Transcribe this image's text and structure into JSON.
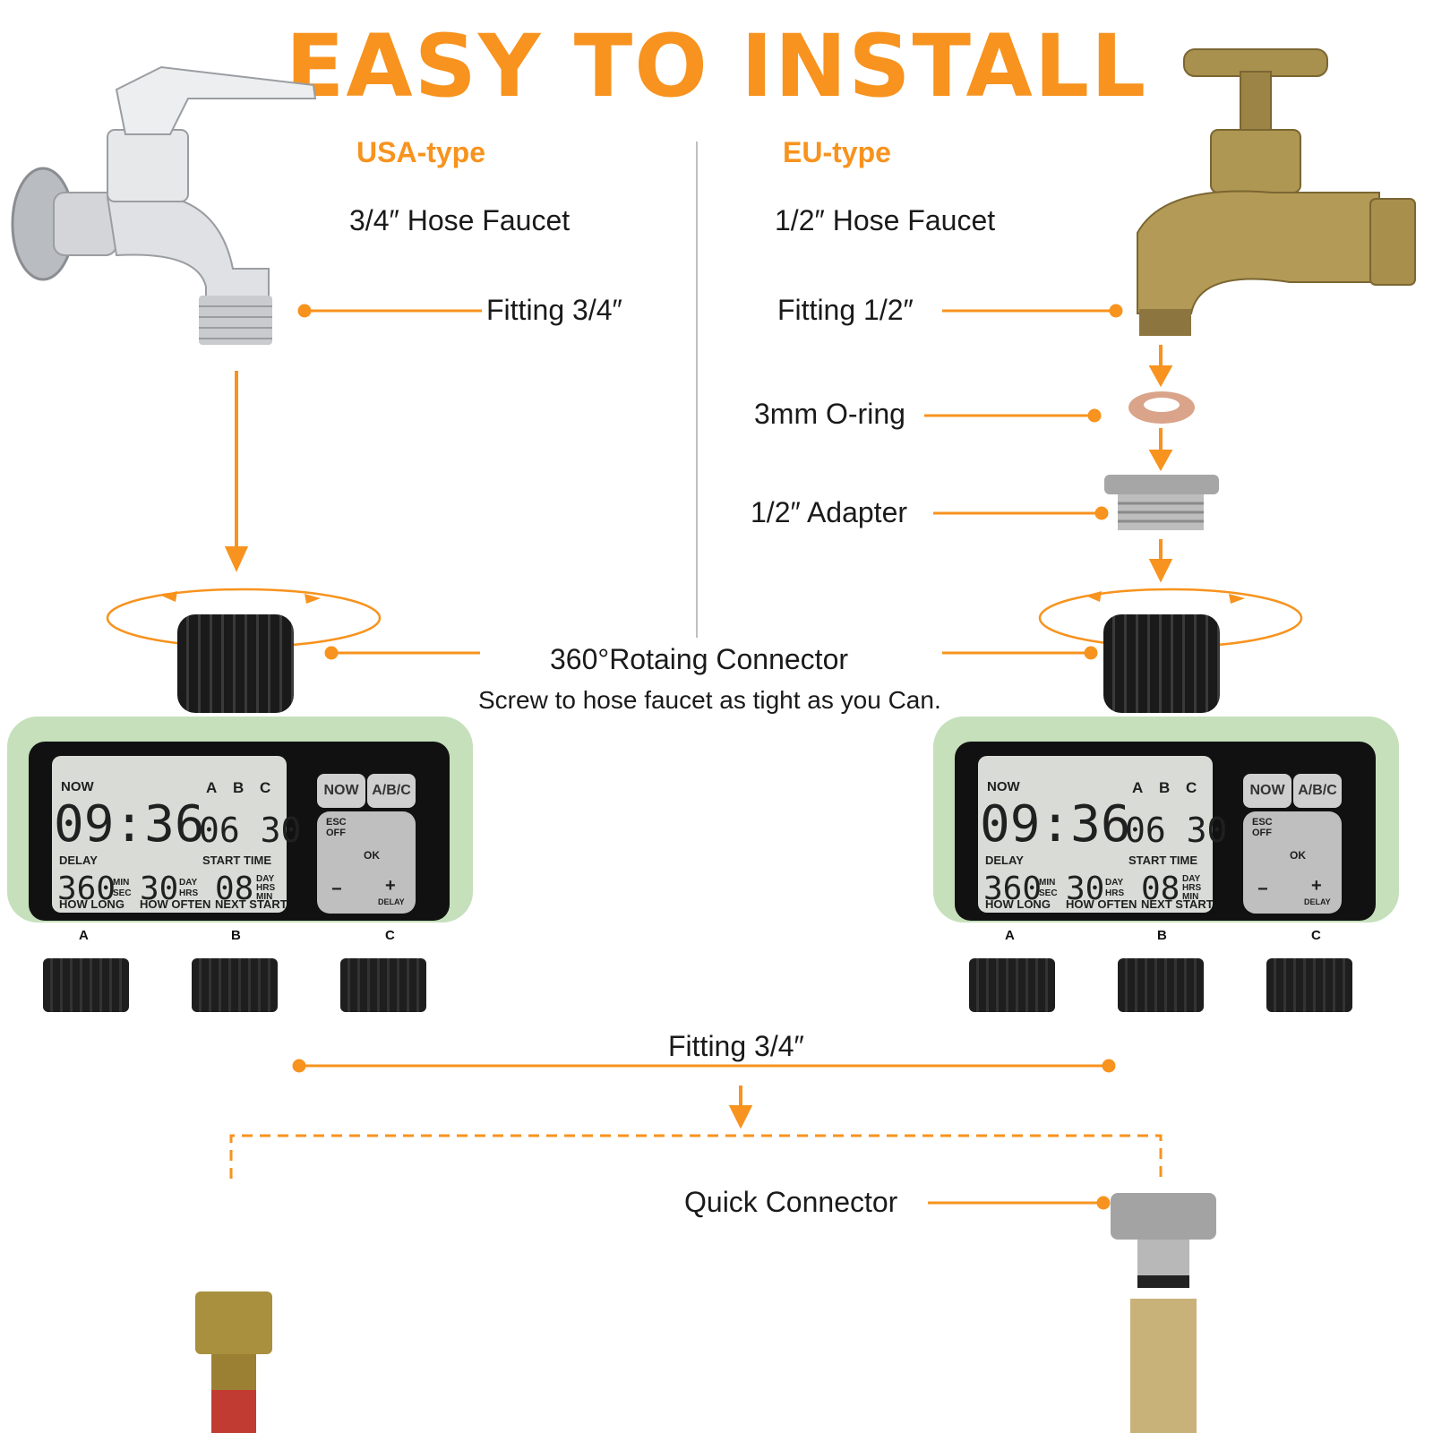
{
  "title": "EASY TO INSTALL",
  "colors": {
    "accent": "#f7931e",
    "timer_body": "#c5e0bb",
    "lcd": "#d9dcd6"
  },
  "left": {
    "type": "USA-type",
    "faucet": "3/4″ Hose Faucet",
    "fitting": "Fitting 3/4″"
  },
  "right": {
    "type": "EU-type",
    "faucet": "1/2″ Hose Faucet",
    "fitting": "Fitting 1/2″",
    "oring": "3mm O-ring",
    "adapter": "1/2″ Adapter"
  },
  "connector": {
    "title": "360°Rotaing Connector",
    "note": "Screw to hose faucet as tight as you Can."
  },
  "outlet_fitting": "Fitting 3/4″",
  "quick_connector": "Quick Connector",
  "timer": {
    "now": "NOW",
    "clock": "09:36",
    "start": "06 30",
    "zones": [
      "A",
      "B",
      "C"
    ],
    "delay": "DELAY",
    "start_time": "START TIME",
    "how_long_val": "360",
    "how_long_unit_1": "MIN",
    "how_long_unit_2": "SEC",
    "how_often_val": "30",
    "how_often_unit_1": "DAY",
    "how_often_unit_2": "HRS",
    "next_start_val": "08",
    "next_start_unit_1": "DAY",
    "next_start_unit_2": "HRS",
    "next_start_unit_3": "MIN",
    "how_long": "HOW LONG",
    "how_often": "HOW OFTEN",
    "next_start": "NEXT START",
    "btn_now": "NOW",
    "btn_abc": "A/B/C",
    "esc": "ESC",
    "off": "OFF",
    "ok": "OK",
    "minus": "−",
    "plus": "+",
    "delay_btn": "DELAY",
    "channels": [
      "A",
      "B",
      "C"
    ]
  }
}
